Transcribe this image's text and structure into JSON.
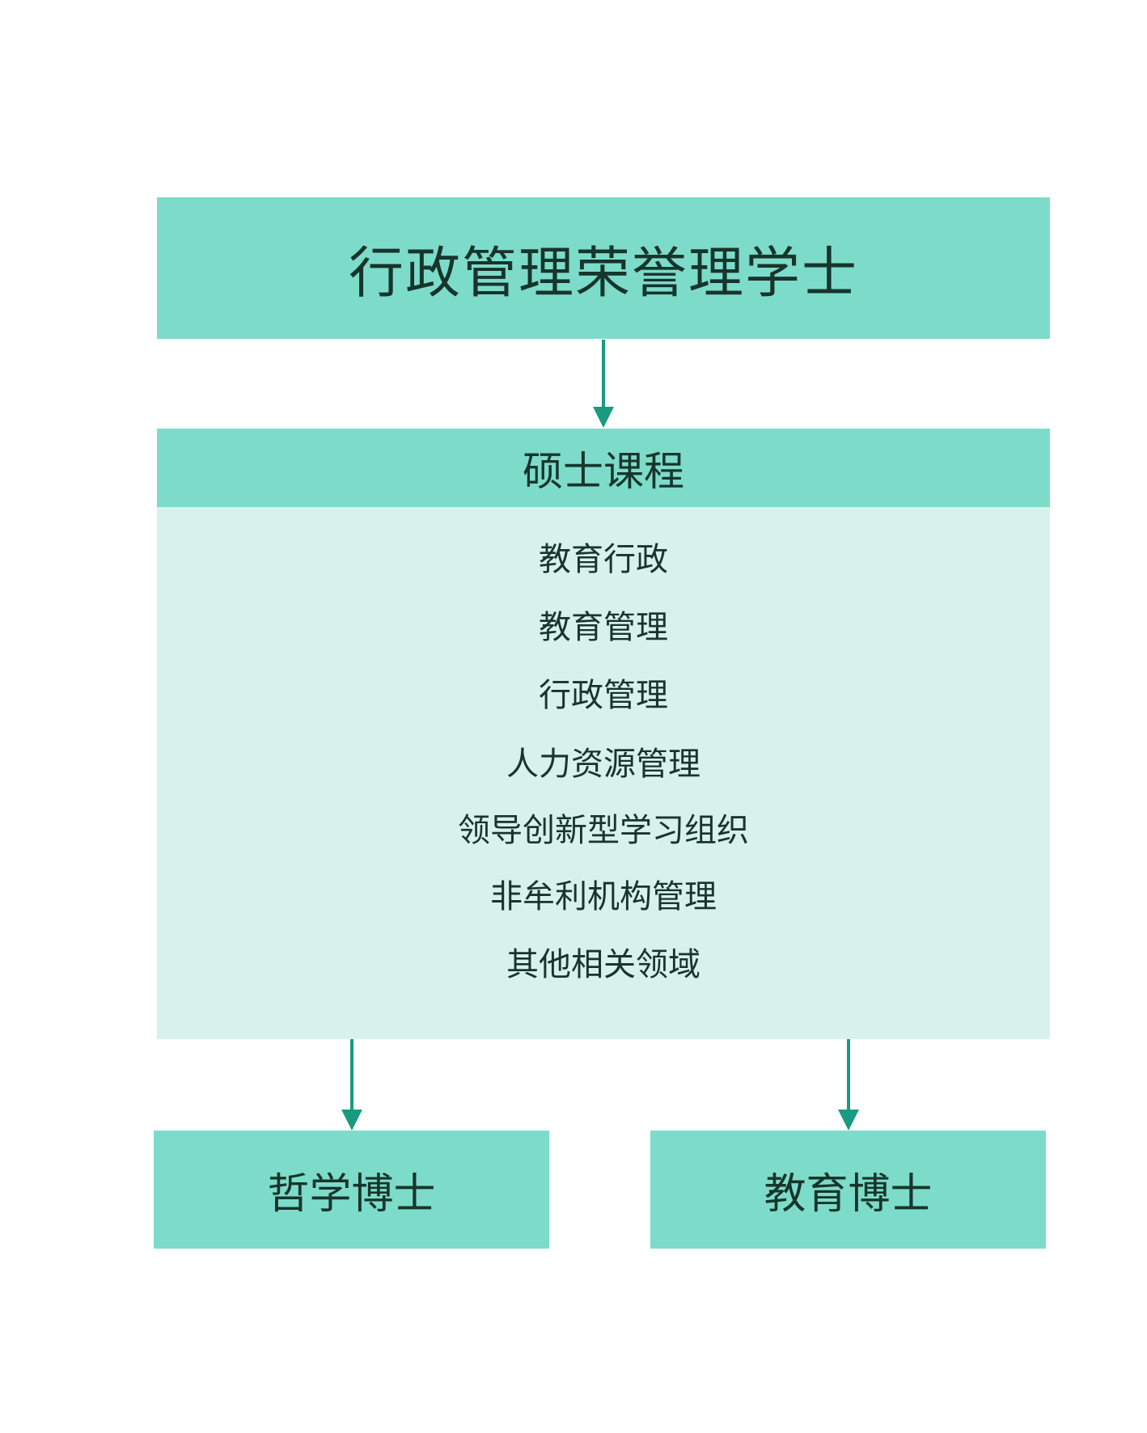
{
  "top": {
    "title": "行政管理荣誉理学士"
  },
  "masters": {
    "title": "硕士课程",
    "items": [
      "教育行政",
      "教育管理",
      "行政管理",
      "人力资源管理",
      "领导创新型学习组织",
      "非牟利机构管理",
      "其他相关领域"
    ]
  },
  "doctorates": {
    "left": "哲学博士",
    "right": "教育博士"
  },
  "colors": {
    "box": "#7ddcc9",
    "body": "#d9f1ec",
    "arrow": "#1a9a7e",
    "text": "#17352c"
  }
}
